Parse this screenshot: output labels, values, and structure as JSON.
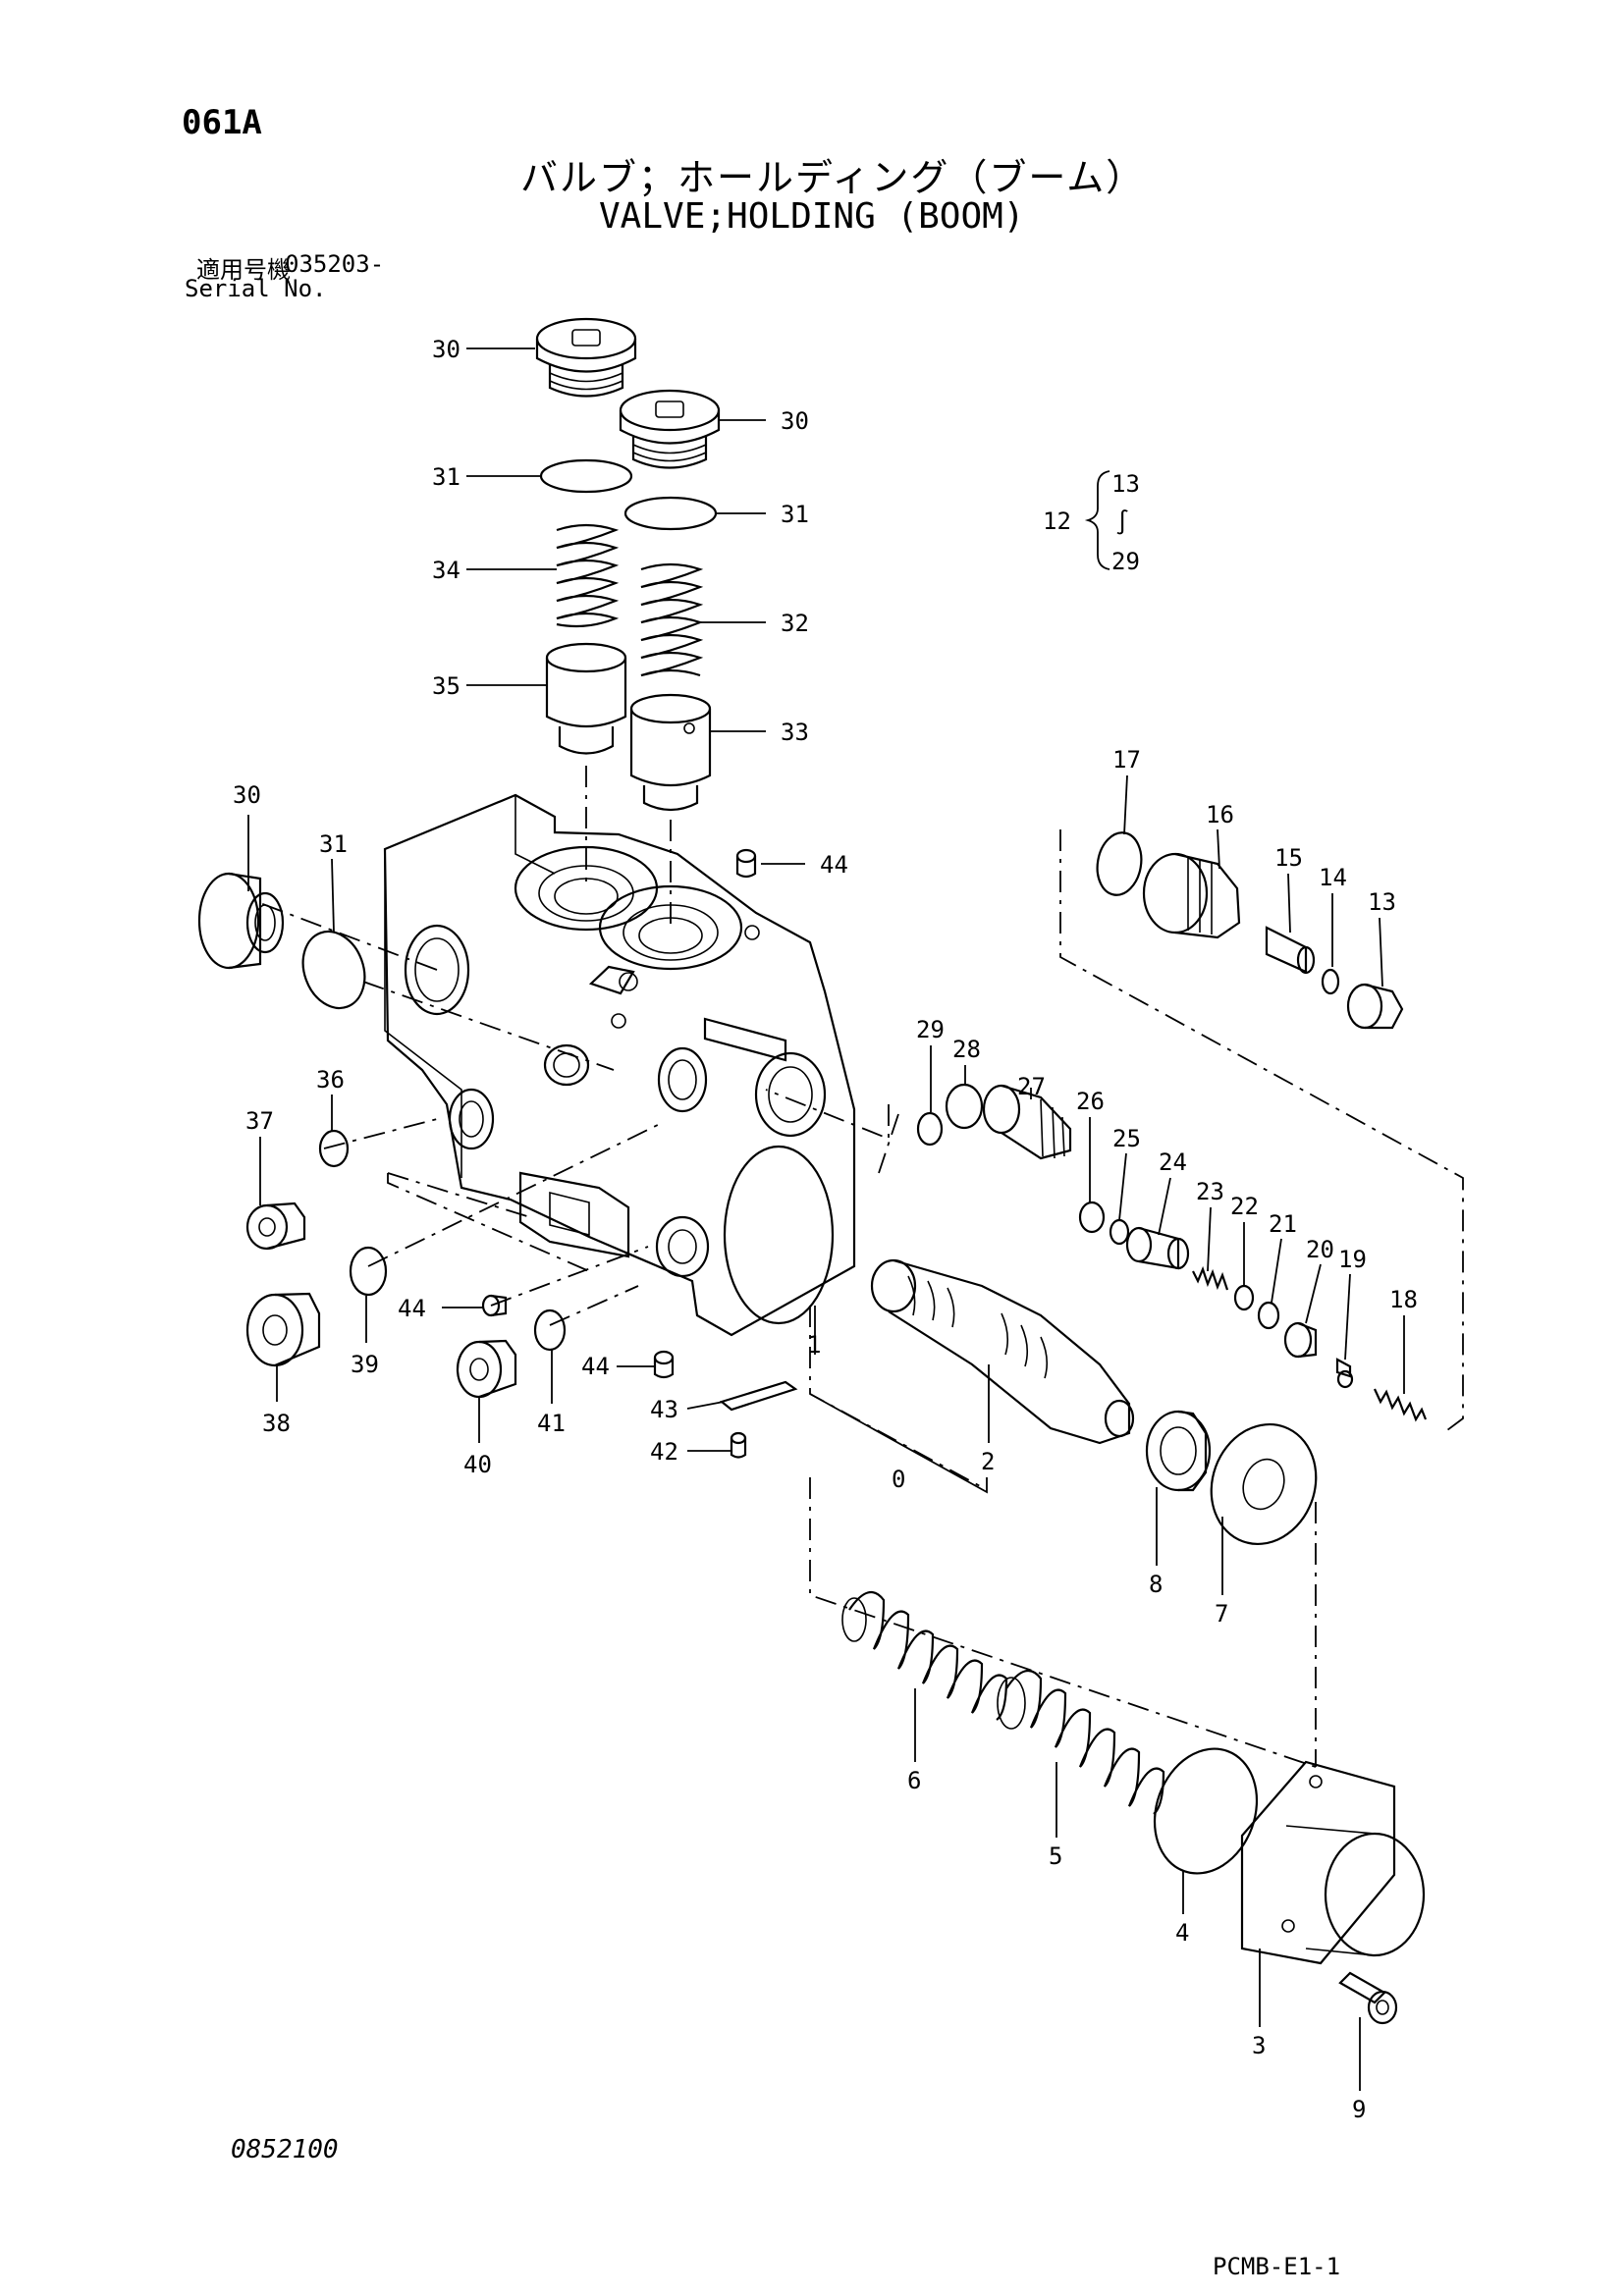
{
  "header": {
    "page_code": "061A",
    "title_jp": "バルブ；ホールディング（ブーム）",
    "title_en": "VALVE;HOLDING (BOOM)",
    "serial_label_jp": "適用号機",
    "serial_number": "035203-",
    "serial_label_en": "Serial No."
  },
  "footer": {
    "drawing_number": "0852100",
    "sheet_code": "PCMB-E1-1"
  },
  "assembly_note": {
    "parent": "12",
    "from": "13",
    "separator": "∫",
    "to": "29"
  },
  "part_labels": [
    "30",
    "30",
    "31",
    "31",
    "34",
    "32",
    "35",
    "33",
    "30",
    "31",
    "44",
    "36",
    "37",
    "44",
    "39",
    "38",
    "41",
    "40",
    "44",
    "43",
    "42",
    "1",
    "0",
    "2",
    "8",
    "7",
    "6",
    "5",
    "4",
    "3",
    "9",
    "17",
    "16",
    "15",
    "14",
    "13",
    "29",
    "28",
    "27",
    "26",
    "25",
    "24",
    "23",
    "22",
    "21",
    "20",
    "19",
    "18"
  ]
}
